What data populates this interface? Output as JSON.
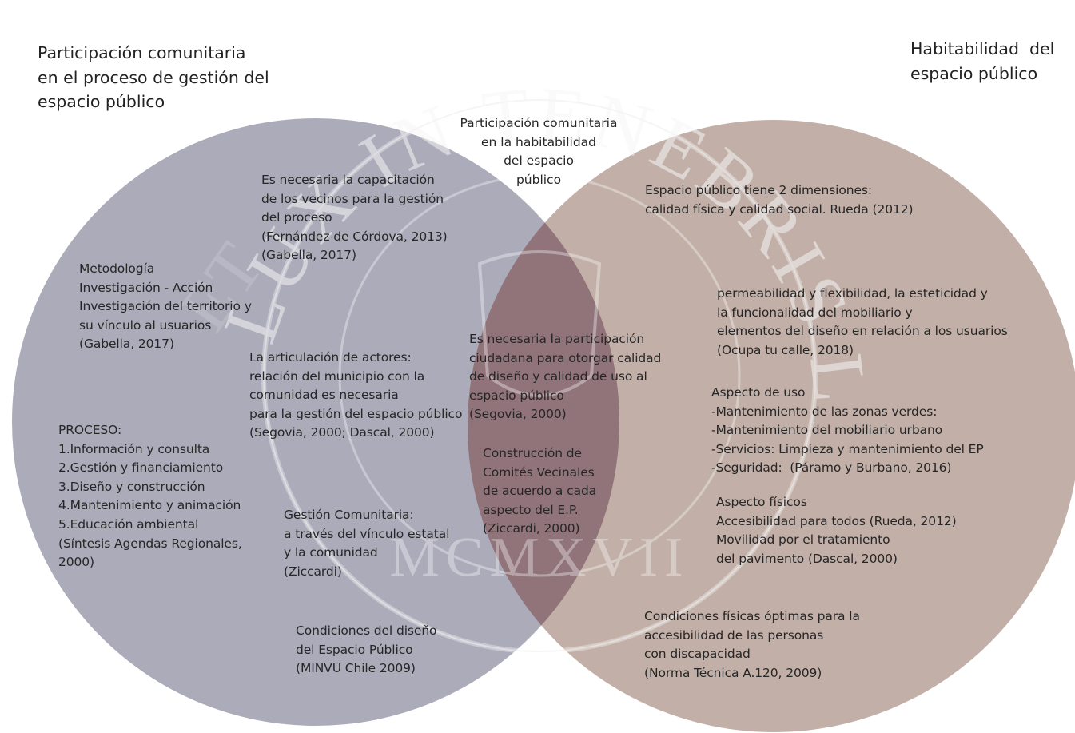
{
  "colors": {
    "left_circle": "#8c8ba0",
    "right_circle": "#9c7f72",
    "overlap": "#8a6670",
    "text": "#262626",
    "watermark": "#efefef"
  },
  "watermark": {
    "motto_top": "LUX IN TENEBRIS LUCET",
    "motto_side_left": "ET",
    "year": "MCMXVII"
  },
  "headings": {
    "left": "Participación comunitaria\nen el proceso de gestión del\nespacio público",
    "right": "Habitabilidad  del\nespacio público",
    "intersection": "Participación comunitaria\nen la habitabilidad\ndel espacio\npúblico"
  },
  "left_circle": {
    "capacitacion": "Es necesaria la capacitación\nde los vecinos para la gestión\ndel proceso\n(Fernández de Córdova, 2013)\n(Gabella, 2017)",
    "metodologia": "Metodología\nInvestigación - Acción\nInvestigación del territorio y\nsu vínculo al usuarios\n(Gabella, 2017)",
    "articulacion": "La articulación de actores:\nrelación del municipio con la\ncomunidad es necesaria\npara la gestión del espacio público\n(Segovia, 2000; Dascal, 2000)",
    "proceso": "PROCESO:\n1.Información y consulta\n2.Gestión y financiamiento\n3.Diseño y construcción\n4.Mantenimiento y animación\n5.Educación ambiental\n(Síntesis Agendas Regionales,\n2000)",
    "gestion_comunitaria": "Gestión Comunitaria:\na través del vínculo estatal\ny la comunidad\n(Ziccardi)",
    "condiciones_diseno": "Condiciones del diseño\ndel Espacio Público\n(MINVU Chile 2009)"
  },
  "intersection": {
    "participacion_ciudadana": "Es necesaria la participación\nciudadana para otorgar calidad\nde diseño y calidad de uso al\nespacio público\n(Segovia, 2000)",
    "comites": "Construcción de\nComités Vecinales\nde acuerdo a cada\naspecto del E.P.\n(Ziccardi, 2000)"
  },
  "right_circle": {
    "dimensiones": "Espacio público tiene 2 dimensiones:\ncalidad física y calidad social. Rueda (2012)",
    "permeabilidad": "permeabilidad y flexibilidad, la esteticidad y\nla funcionalidad del mobiliario y\nelementos del diseño en relación a los usuarios\n(Ocupa tu calle, 2018)",
    "aspecto_uso": "Aspecto de uso\n-Mantenimiento de las zonas verdes:\n-Mantenimiento del mobiliario urbano\n-Servicios: Limpieza y mantenimiento del EP\n-Seguridad:  (Páramo y Burbano, 2016)",
    "aspecto_fisicos": "Aspecto físicos\nAccesibilidad para todos (Rueda, 2012)\nMovilidad por el tratamiento\ndel pavimento (Dascal, 2000)",
    "condiciones_fisicas": "Condiciones físicas óptimas para la\naccesibilidad de las personas\ncon discapacidad\n(Norma Técnica A.120, 2009)"
  }
}
